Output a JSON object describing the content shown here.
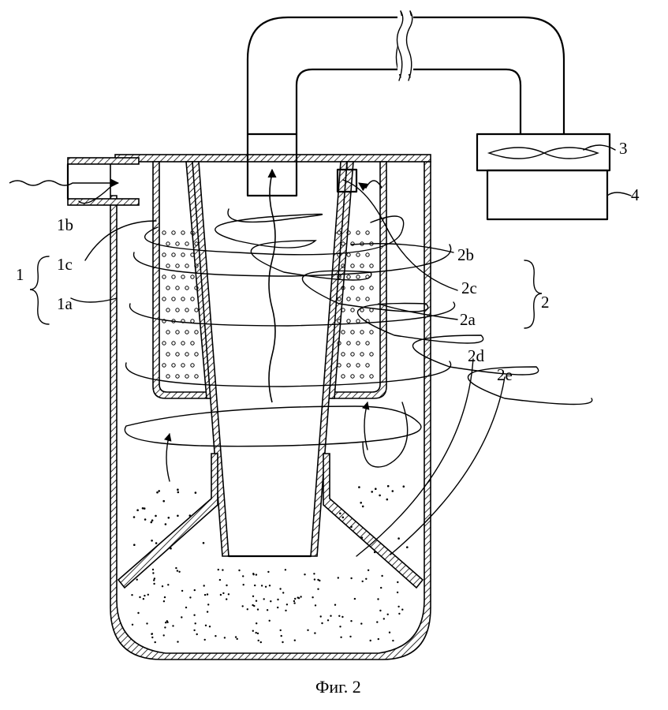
{
  "labels": {
    "l1": "1",
    "l1a": "1a",
    "l1b": "1b",
    "l1c": "1c",
    "l2": "2",
    "l2a": "2a",
    "l2b": "2b",
    "l2c": "2c",
    "l2d": "2d",
    "l2e": "2e",
    "l3": "3",
    "l4": "4"
  },
  "caption": "Фиг. 2"
}
